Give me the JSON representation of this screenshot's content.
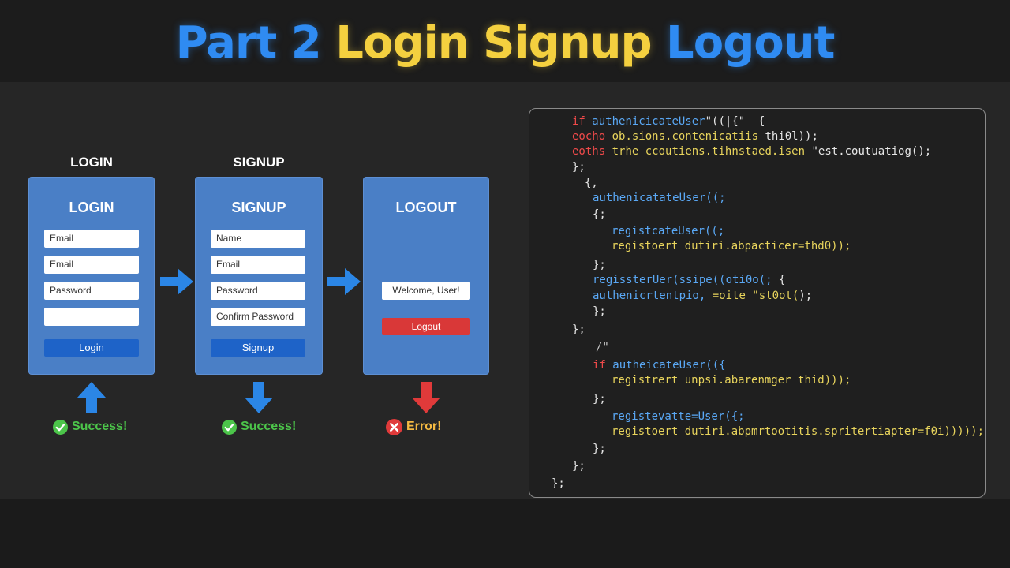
{
  "title": {
    "words": [
      {
        "text": "Part 2",
        "color": "#2f8bf2"
      },
      {
        "text": "Login",
        "color": "#f4d03f"
      },
      {
        "text": "Signup",
        "color": "#f4d03f"
      },
      {
        "text": "Logout",
        "color": "#2f8bf2"
      }
    ]
  },
  "headings": {
    "login": "LOGIN",
    "signup": "SIGNUP"
  },
  "login_panel": {
    "title": "LOGIN",
    "field1": "Email",
    "field2": "Email",
    "field3": "Password",
    "field4": "",
    "button": "Login"
  },
  "signup_panel": {
    "title": "SIGNUP",
    "field1": "Name",
    "field2": "Email",
    "field3": "Password",
    "field4": "Confirm Password",
    "button": "Signup"
  },
  "logout_panel": {
    "title": "LOGOUT",
    "welcome": "Welcome, User!",
    "button": "Logout"
  },
  "status": {
    "login": "Success!",
    "signup": "Success!",
    "logout": "Error!"
  },
  "colors": {
    "panel": "#4a7fc6",
    "button_blue": "#1e63c8",
    "button_red": "#d93838",
    "arrow_blue": "#2b86e6",
    "arrow_red": "#e03a3a",
    "success": "#4cc54a",
    "error_text": "#f4b942"
  },
  "code": {
    "l1a": "if",
    "l1b": "authenicicateUser",
    "l1c": "\"((|{\"  {",
    "l2a": "eocho",
    "l2b": "ob.sions.contenicatiis",
    "l2c": "thi0l));",
    "l3a": "eoths",
    "l3b": "trhe",
    "l3c": "ccoutiens.tihnstaed.isen",
    "l3d": "\"est.coutuatiog();",
    "l4": "};",
    "l5": "{,",
    "l6": "authenicatateUser((;",
    "l7": "{;",
    "l8": "registcateUser((;",
    "l9a": "registoert",
    "l9b": "dutiri.abpacticer=thd0));",
    "l10": "};",
    "l11a": "regissterUer(ssipe((oti0o(;",
    "l11b": "{",
    "l12a": "authenicrtentpio,",
    "l12b": "=oite \"st0ot(",
    "l12c": ");",
    "l13": "};",
    "l14": "};",
    "l15": "/\"",
    "l16a": "if",
    "l16b": "autheicateUser(({",
    "l17a": "registrert",
    "l17b": "unpsi.abarenmger thid)));",
    "l18": "};",
    "l19": "registevatte=User({;",
    "l20a": "registoert",
    "l20b": "dutiri.abpmrtootitis.spritertiapter=f0i)))));",
    "l21": "};",
    "l22": "};",
    "l23": "};"
  }
}
